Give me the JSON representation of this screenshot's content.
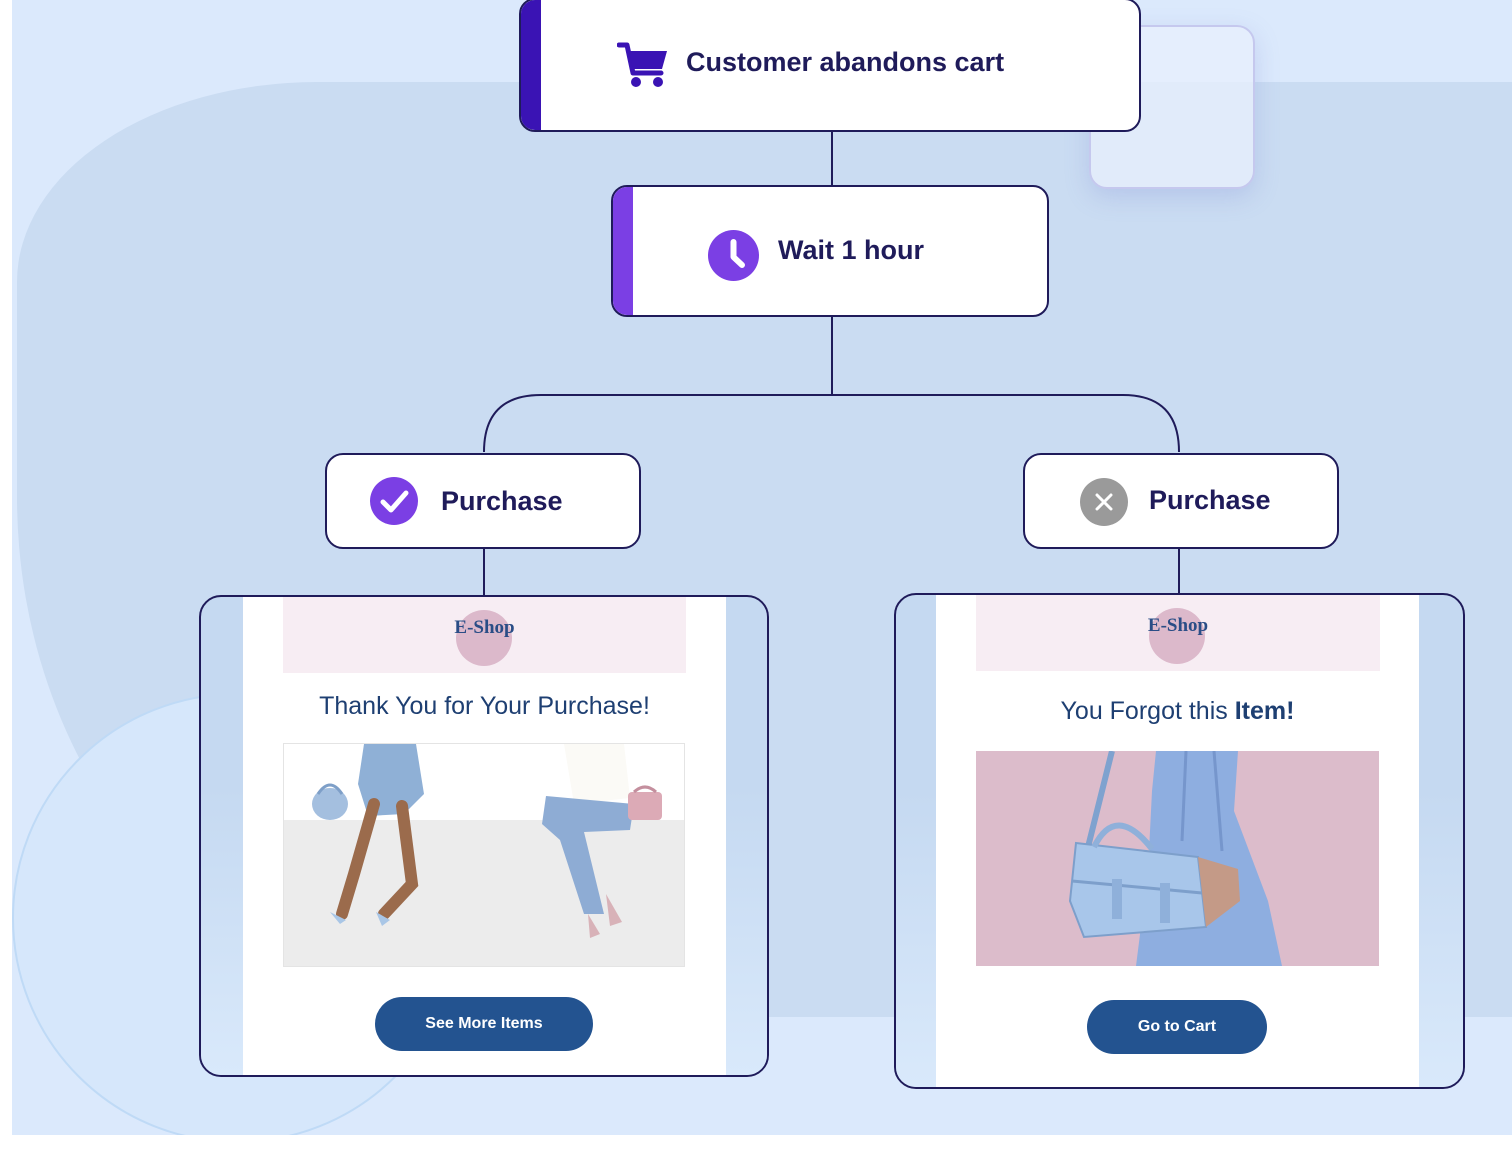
{
  "flow": {
    "trigger": {
      "label": "Customer abandons cart",
      "icon": "shopping-cart-icon",
      "accent": "#3a13b4"
    },
    "wait": {
      "label": "Wait 1 hour",
      "icon": "clock-icon",
      "accent": "#7b3fe4"
    },
    "branches": [
      {
        "label": "Purchase",
        "icon": "check-circle-icon",
        "color": "#7b3fe4"
      },
      {
        "label": "Purchase",
        "icon": "x-circle-icon",
        "color": "#9a9a9a"
      }
    ]
  },
  "emails": [
    {
      "brand": "E-Shop",
      "title": "Thank You for Your Purchase!",
      "button": "See More Items",
      "image": "two-women-seated-fashion-photo"
    },
    {
      "brand": "E-Shop",
      "title_plain": "You Forgot this ",
      "title_bold": "Item!",
      "button": "Go to Cart",
      "image": "blue-handbag-photo"
    }
  ],
  "colors": {
    "ink": "#1f1b5a",
    "button": "#235390",
    "background": "#dbe9fc"
  }
}
